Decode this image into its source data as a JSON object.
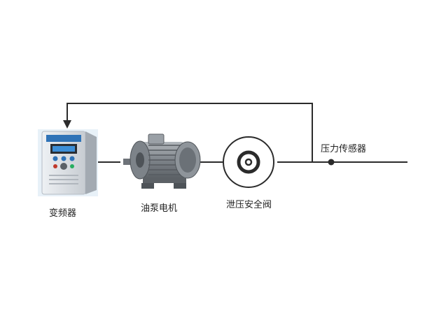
{
  "diagram": {
    "nodes": {
      "inverter": {
        "label": "变频器"
      },
      "pump_motor": {
        "label": "油泵电机"
      },
      "relief_valve": {
        "label": "泄压安全阀"
      },
      "pressure_sensor": {
        "label": "压力传感器"
      }
    },
    "colors": {
      "line": "#2b2b2b",
      "inverter_body": "#d9dde2",
      "inverter_side": "#9aa2ab",
      "inverter_panel": "#2f73b7",
      "motor_body": "#8b9096",
      "motor_dark": "#4e5358"
    }
  }
}
